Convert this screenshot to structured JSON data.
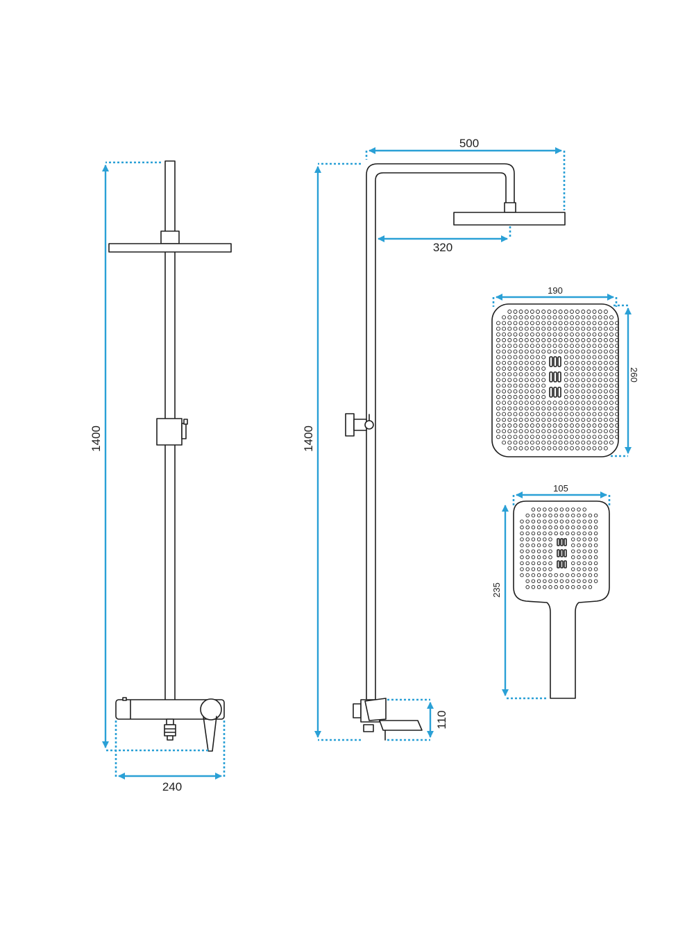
{
  "colors": {
    "dimension_line": "#2aa0d6",
    "outline": "#1e1e1e",
    "background": "#ffffff"
  },
  "dimensions": {
    "front_height": "1400",
    "front_mixer_width": "240",
    "side_height": "1400",
    "side_arm_reach": "500",
    "side_arm_inner": "320",
    "side_mixer_height": "110",
    "overhead_width": "190",
    "overhead_height": "260",
    "handshower_width": "105",
    "handshower_length": "235"
  }
}
